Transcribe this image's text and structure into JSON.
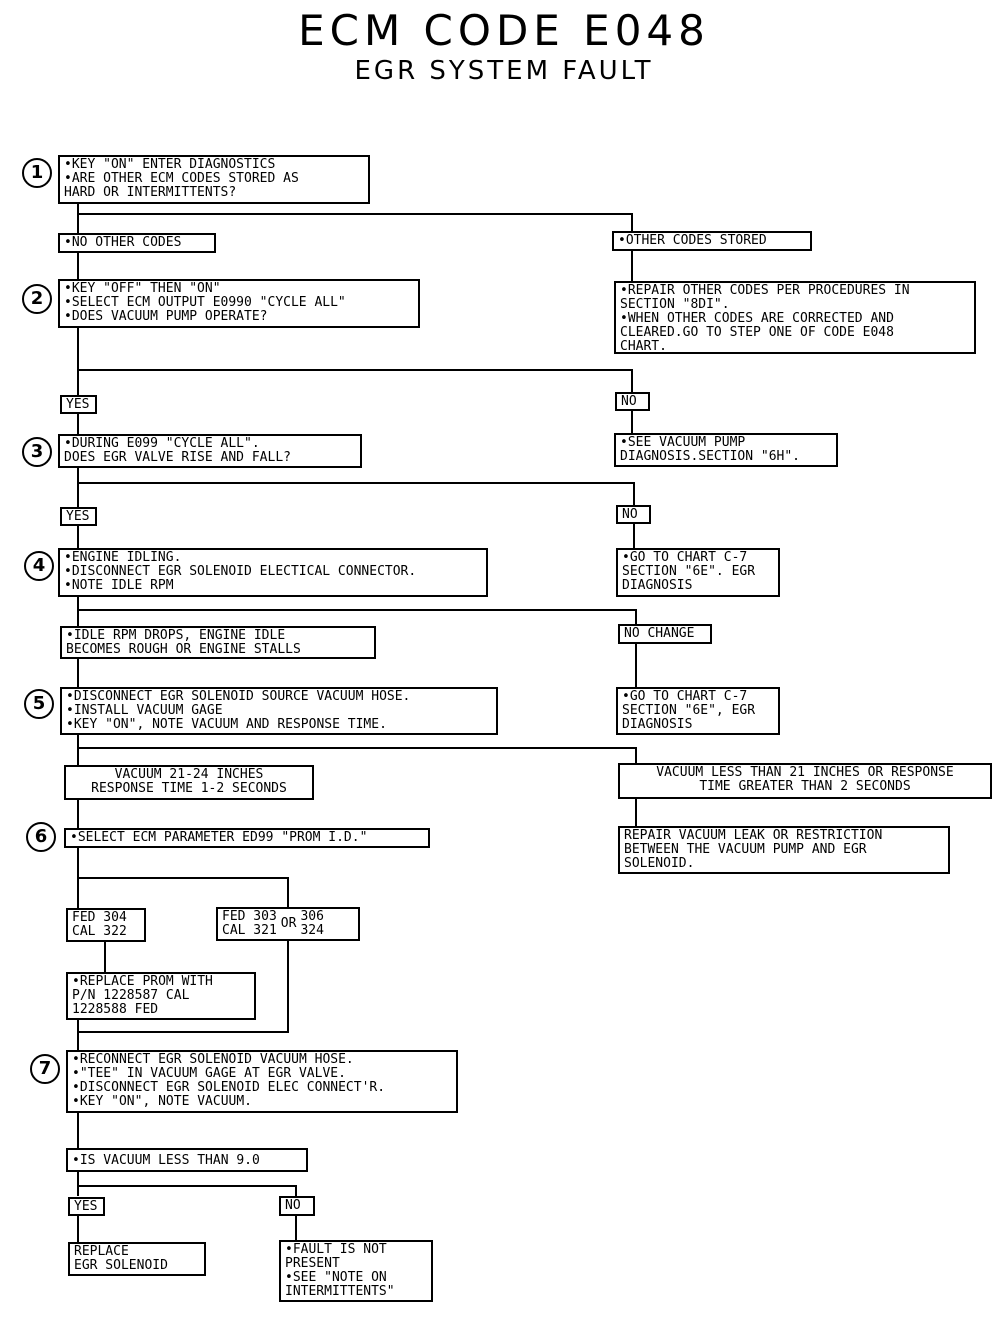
{
  "title": "ECM CODE E048",
  "subtitle": "EGR SYSTEM FAULT",
  "steps": [
    "1",
    "2",
    "3",
    "4",
    "5",
    "6",
    "7"
  ],
  "box1": [
    "•KEY \"ON\" ENTER DIAGNOSTICS",
    "•ARE OTHER ECM CODES STORED AS",
    " HARD OR INTERMITTENTS?"
  ],
  "no_other_codes": "•NO OTHER CODES",
  "other_codes_stored": "•OTHER CODES STORED",
  "box2": [
    "•KEY \"OFF\" THEN \"ON\"",
    "•SELECT ECM OUTPUT E0990 \"CYCLE ALL\"",
    "•DOES VACUUM PUMP OPERATE?"
  ],
  "repair_other": [
    "•REPAIR OTHER CODES PER PROCEDURES IN",
    " SECTION \"8DI\".",
    "•WHEN OTHER CODES ARE CORRECTED AND",
    " CLEARED.GO TO STEP ONE OF CODE E048",
    " CHART."
  ],
  "yes": "YES",
  "no": "NO",
  "box3": [
    "•DURING E099 \"CYCLE ALL\".",
    " DOES EGR VALVE RISE AND FALL?"
  ],
  "see_vacuum_pump": [
    "•SEE VACUUM PUMP",
    " DIAGNOSIS.SECTION \"6H\"."
  ],
  "box4": [
    "•ENGINE IDLING.",
    "•DISCONNECT EGR SOLENOID ELECTICAL CONNECTOR.",
    "•NOTE IDLE RPM"
  ],
  "goto_c7_a": [
    "•GO TO CHART C-7",
    " SECTION \"6E\". EGR",
    " DIAGNOSIS"
  ],
  "idle_drops": [
    "•IDLE RPM DROPS, ENGINE IDLE",
    " BECOMES ROUGH OR ENGINE STALLS"
  ],
  "no_change": "NO CHANGE",
  "box5": [
    "•DISCONNECT EGR SOLENOID SOURCE VACUUM HOSE.",
    "•INSTALL VACUUM GAGE",
    "•KEY \"ON\", NOTE VACUUM AND RESPONSE TIME."
  ],
  "goto_c7_b": [
    "•GO TO CHART C-7",
    " SECTION \"6E\", EGR",
    " DIAGNOSIS"
  ],
  "vacuum_ok": [
    "VACUUM 21-24 INCHES",
    "RESPONSE TIME 1-2 SECONDS"
  ],
  "vacuum_low": [
    "VACUUM LESS THAN 21 INCHES OR RESPONSE",
    "TIME GREATER THAN 2 SECONDS"
  ],
  "repair_leak": [
    "REPAIR VACUUM LEAK OR RESTRICTION",
    "BETWEEN THE VACUUM PUMP AND EGR",
    "SOLENOID."
  ],
  "box6": "•SELECT ECM PARAMETER ED99 \"PROM I.D.\"",
  "fed304": [
    "FED 304",
    "CAL 322"
  ],
  "fed303": [
    "FED 303",
    "CAL 321"
  ],
  "or": "OR",
  "alt306": [
    "306",
    "324"
  ],
  "replace_prom": [
    "•REPLACE PROM WITH",
    " P/N 1228587 CAL",
    " 1228588 FED"
  ],
  "box7": [
    "•RECONNECT EGR SOLENOID VACUUM HOSE.",
    "•\"TEE\" IN VACUUM GAGE AT EGR VALVE.",
    "•DISCONNECT EGR SOLENOID ELEC CONNECT'R.",
    "•KEY \"ON\", NOTE VACUUM."
  ],
  "vac_less_9": "•IS VACUUM LESS THAN 9.0",
  "replace_solenoid": [
    "REPLACE",
    "EGR SOLENOID"
  ],
  "fault_not_present": [
    "•FAULT IS NOT",
    " PRESENT",
    "•SEE \"NOTE ON",
    " INTERMITTENTS\""
  ]
}
